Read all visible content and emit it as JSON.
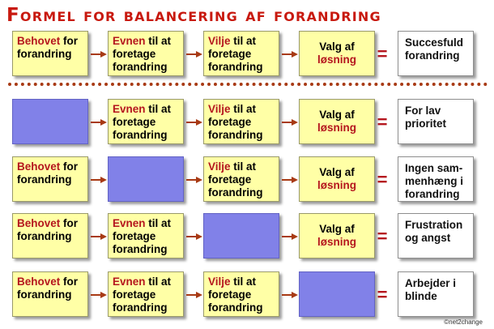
{
  "title": "Formel for balancering af forandring",
  "copyright": "©net2change",
  "rows": [
    {
      "behovet": {
        "kw": "Behovet",
        "rest1": "for",
        "rest2": "forandring"
      },
      "evnen": {
        "kw": "Evnen",
        "rest1": "til at",
        "rest2": "foretage",
        "rest3": "forandring"
      },
      "vilje": {
        "kw": "Vilje",
        "rest1": "til at",
        "rest2": "foretage",
        "rest3": "forandring"
      },
      "valg": {
        "line1": "Valg af",
        "kw": "løsning"
      },
      "equals": "=",
      "result": "Succesfuld forandring"
    },
    {
      "evnen": {
        "kw": "Evnen",
        "rest1": "til at",
        "rest2": "foretage",
        "rest3": "forandring"
      },
      "vilje": {
        "kw": "Vilje",
        "rest1": "til at",
        "rest2": "foretage",
        "rest3": "forandring"
      },
      "valg": {
        "line1": "Valg af",
        "kw": "løsning"
      },
      "equals": "=",
      "result": "For lav prioritet"
    },
    {
      "behovet": {
        "kw": "Behovet",
        "rest1": "for",
        "rest2": "forandring"
      },
      "vilje": {
        "kw": "Vilje",
        "rest1": "til at",
        "rest2": "foretage",
        "rest3": "forandring"
      },
      "valg": {
        "line1": "Valg af",
        "kw": "løsning"
      },
      "equals": "=",
      "result": "Ingen sam-menhæng i forandring"
    },
    {
      "behovet": {
        "kw": "Behovet",
        "rest1": "for",
        "rest2": "forandring"
      },
      "evnen": {
        "kw": "Evnen",
        "rest1": "til at",
        "rest2": "foretage",
        "rest3": "forandring"
      },
      "valg": {
        "line1": "Valg af",
        "kw": "løsning"
      },
      "equals": "=",
      "result": "Frustration og angst"
    },
    {
      "behovet": {
        "kw": "Behovet",
        "rest1": "for",
        "rest2": "forandring"
      },
      "evnen": {
        "kw": "Evnen",
        "rest1": "til at",
        "rest2": "foretage",
        "rest3": "forandring"
      },
      "vilje": {
        "kw": "Vilje",
        "rest1": "til at",
        "rest2": "foretage",
        "rest3": "forandring"
      },
      "equals": "=",
      "result": "Arbejder i blinde"
    }
  ]
}
